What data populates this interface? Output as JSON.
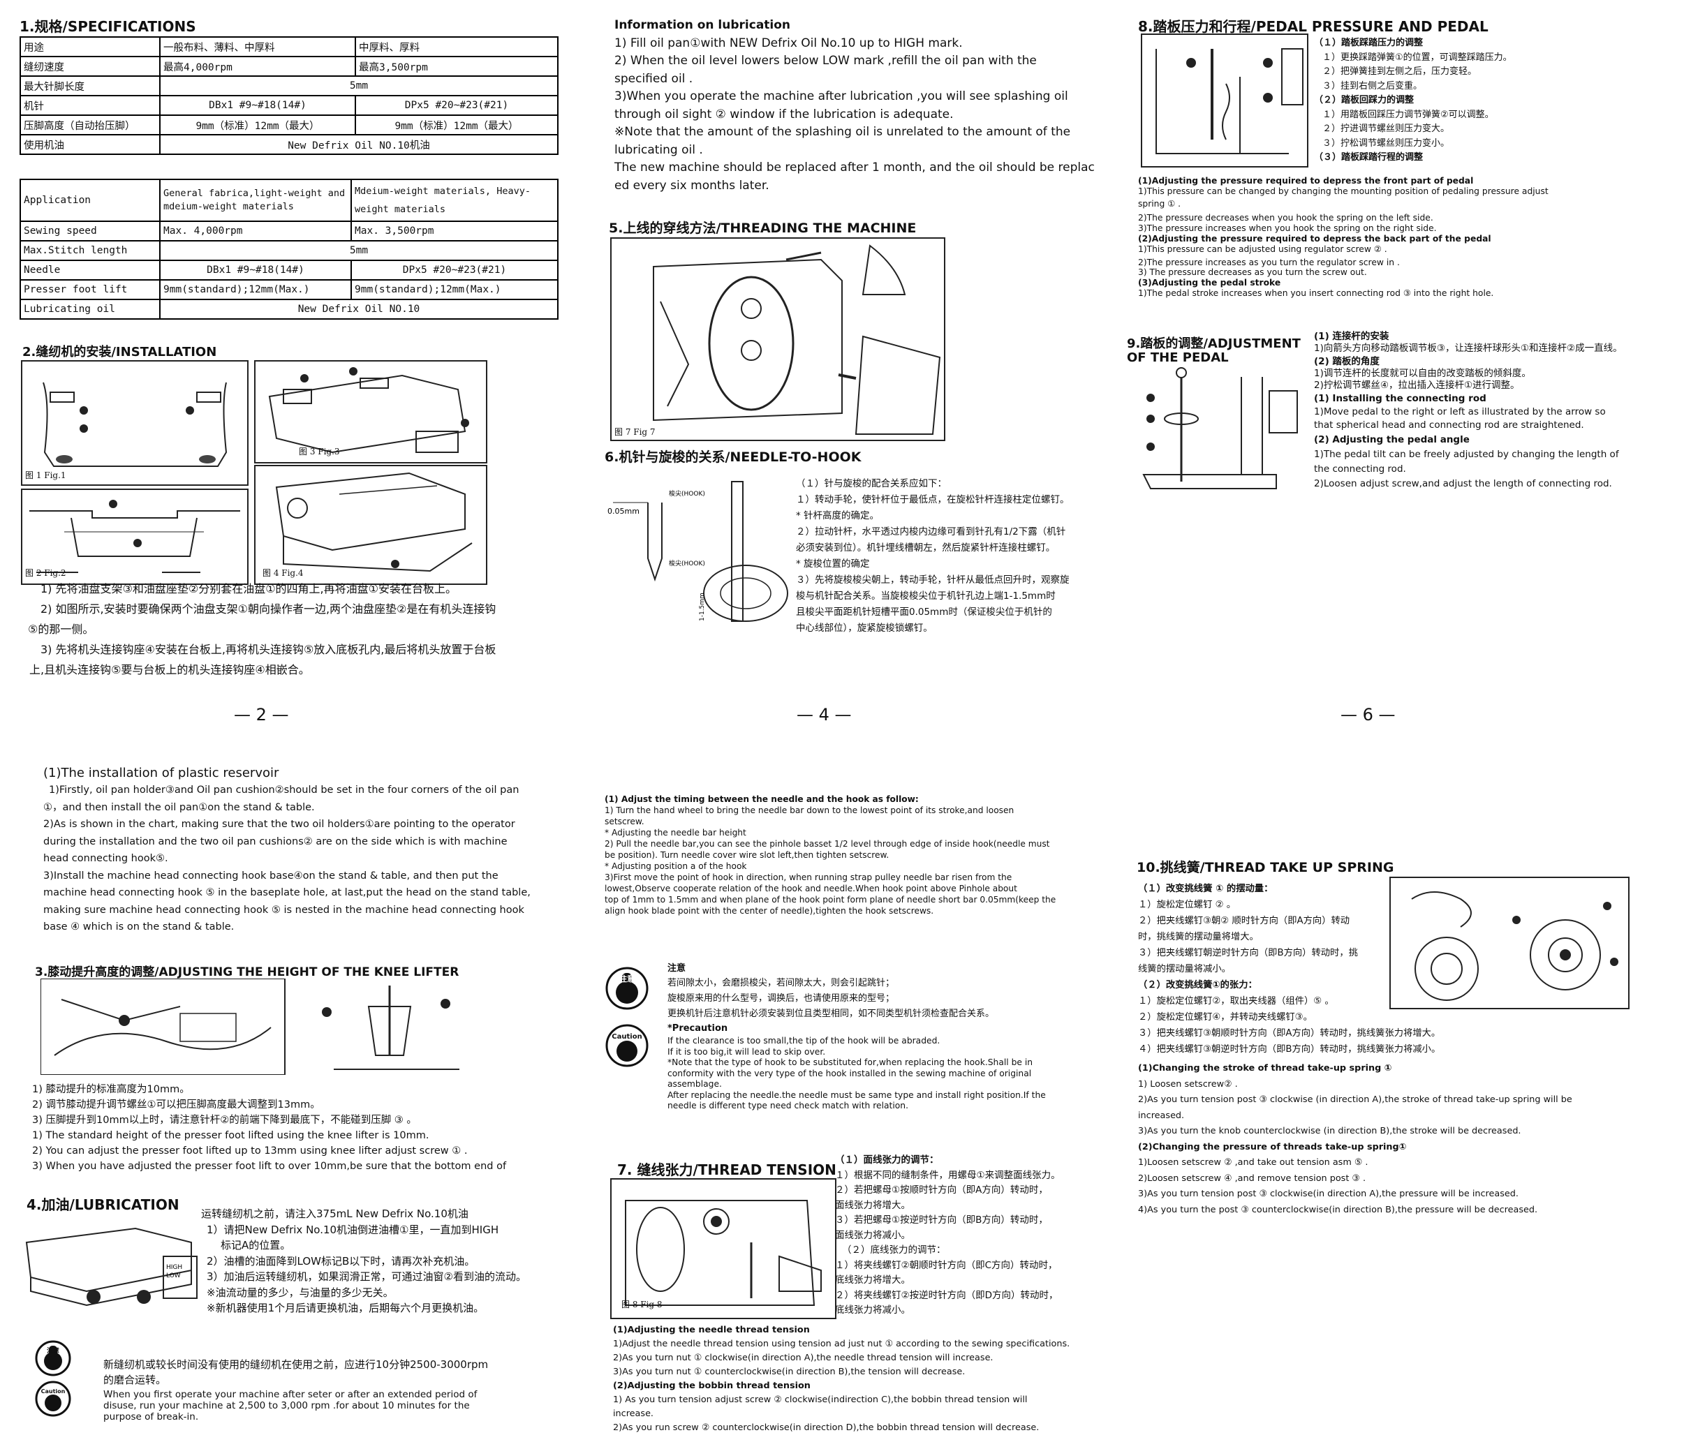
{
  "spec": {
    "title": "1.规格/SPECIFICATIONS",
    "cn_rows": [
      [
        "用途",
        "一般布料、薄料、中厚料",
        "中厚料、厚料"
      ],
      [
        "缝纫速度",
        "最高4,000rpm",
        "最高3,500rpm"
      ],
      [
        "最大针脚长度",
        "5mm"
      ],
      [
        "机针",
        "DBx1  #9~#18(14#)",
        "DPx5 #20~#23(#21)"
      ],
      [
        "压脚高度（自动抬压脚）",
        "9mm（标准）12mm（最大）",
        "9mm（标准）12mm（最大）"
      ],
      [
        "使用机油",
        "New Defrix Oil NO.10机油"
      ]
    ],
    "en_rows": [
      [
        "Application",
        "General fabrica,light-weight and mdeium-weight materials",
        "Mdeium-weight materials, Heavy-weight materials"
      ],
      [
        "Sewing speed",
        "Max. 4,000rpm",
        "Max. 3,500rpm"
      ],
      [
        "Max.Stitch length",
        "5mm"
      ],
      [
        "Needle",
        "DBx1  #9~#18(14#)",
        "DPx5 #20~#23(#21)"
      ],
      [
        "Presser foot lift",
        "9mm(standard);12mm(Max.)",
        "9mm(standard);12mm(Max.)"
      ],
      [
        "Lubricating oil",
        "New Defrix Oil NO.10"
      ]
    ]
  },
  "installation": {
    "title": "2.缝纫机的安装/INSTALLATION",
    "fig1": "图 1  Fig.1",
    "fig2": "图 2  Fig.2",
    "fig3": "图 3  Fig.3",
    "fig4": "图 4  Fig.4",
    "cn_lines": [
      "1) 先将油盘支架③和油盘座垫②分别套在油盘①的四角上,再将油盘①安装在台板上。",
      "2) 如图所示,安装时要确保两个油盘支架①朝向操作者一边,两个油盘座垫②是在有机头连接钩",
      "⑤的那一侧。",
      "3) 先将机头连接钩座④安装在台板上,再将机头连接钩⑤放入底板孔内,最后将机头放置于台板",
      "上,且机头连接钩⑤要与台板上的机头连接钩座④相嵌合。"
    ]
  },
  "page2": "— 2 —",
  "page4": "— 4 —",
  "page6": "— 6 —",
  "plastic": {
    "title": "(1)The installation of plastic reservoir",
    "lines": [
      "1)Firstly, oil pan holder③and Oil pan cushion②should be set in the four corners of the oil pan",
      "①，and then install the oil pan①on the stand & table.",
      "2)As is shown in the chart, making sure that the two oil holders①are pointing to the operator",
      "during the installation and the two oil pan cushions② are on the side which is with machine",
      "head connecting hook⑤.",
      "3)Install the machine head connecting hook base④on the stand & table, and then put the",
      "machine head connecting hook ⑤ in the baseplate hole, at last,put the head on the stand table,",
      "making sure machine head connecting hook ⑤ is nested in the machine head connecting hook",
      "base ④ which is on the stand & table."
    ]
  },
  "knee": {
    "title": "3.膝动提升高度的调整/ADJUSTING THE HEIGHT OF THE KNEE LIFTER",
    "lines": [
      "1) 膝动提升的标准高度为10mm。",
      "2) 调节膝动提升调节螺丝①可以把压脚高度最大调整到13mm。",
      "3) 压脚提升到10mm以上时，请注意针杆②的前端下降到最底下，不能碰到压脚 ③ 。",
      "1) The standard height of the presser foot lifted using the knee lifter is 10mm.",
      "2) You can adjust the presser foot lifted up to 13mm using knee lifter adjust screw ① .",
      "3) When you have adjusted the presser foot lift to over 10mm,be sure that the bottom end of"
    ]
  },
  "lubrication": {
    "title": "4.加油/LUBRICATION",
    "high": "HIGH",
    "low": "LOW",
    "lines": [
      "运转缝纫机之前，请注入375mL New Defrix No.10机油",
      "1）请把New Defrix No.10机油倒进油槽①里，一直加到HIGH",
      "标记A的位置。",
      "2）油槽的油面降到LOW标记B以下时，请再次补充机油。",
      "3）加油后运转缝纫机，如果润滑正常，可通过油窗②看到油的流动。",
      "※油流动量的多少，与油量的多少无关。",
      "※新机器使用1个月后请更换机油，后期每六个月更换机油。"
    ],
    "note_label": "注意",
    "caution_label": "Caution",
    "note_cn_lines": [
      "新缝纫机或较长时间没有使用的缝纫机在使用之前，应进行10分钟2500-3000rpm",
      "的磨合运转。"
    ],
    "note_en_lines": [
      "When you first operate your machine after seter or after an extended period of",
      "disuse, run your machine at 2,500 to 3,000 rpm .for about 10 minutes for the",
      "purpose of break-in."
    ]
  },
  "info": {
    "lines": [
      "Information on lubrication",
      "1) Fill oil pan①with NEW Defrix Oil No.10 up to HIGH mark.",
      "2) When the oil level lowers below LOW mark ,refill the oil pan with the",
      "specified oil .",
      "3)When you operate the machine after lubrication ,you will see splashing oil",
      "through oil sight ② window if the lubrication is adequate.",
      "※Note that the amount of the splashing oil is unrelated to the amount of the",
      "lubricating oil .",
      "The new machine should be replaced after 1 month, and the oil should be replac",
      "ed every six months later."
    ]
  },
  "threading": {
    "title": "5.上线的穿线方法/THREADING THE MACHINE",
    "fig": "图 7  Fig 7"
  },
  "needlehook": {
    "title": "6.机针与旋梭的关系/NEEDLE-TO-HOOK",
    "hook_label": "梭尖(HOOK)",
    "dim1": "0.05mm",
    "dim2": "1-1.5mm",
    "cn_lines": [
      "（１）针与旋梭的配合关系应如下：",
      "１）转动手轮，使针杆位于最低点，在旋松针杆连接柱定位螺钉。",
      "*  针杆高度的确定。",
      "２）拉动针杆，水平透过内梭内边缘可看到针孔有1/2下露（机针",
      "    必须安装到位）。机针埋线槽朝左，然后旋紧针杆连接柱螺钉。",
      "*  旋梭位置的确定",
      "３）先将旋梭梭尖朝上，转动手轮，针杆从最低点回升时，观察旋",
      "    梭与机针配合关系。当旋梭梭尖位于机针孔边上端1-1.5mm时",
      "    且梭尖平面距机针短槽平面0.05mm时（保证梭尖位于机针的",
      "    中心线部位），旋紧旋梭锁螺钉。"
    ],
    "en_lines": [
      "(1) Adjust the timing between the needle and the hook as follow:",
      "1) Turn the hand wheel to bring the needle bar down to the lowest point of its stroke,and loosen",
      "   setscrew.",
      "* Adjusting the needle bar height",
      "2) Pull the needle bar,you can see the pinhole basset 1/2 level through edge of inside hook(needle must",
      "be position). Turn needle cover wire slot left,then tighten setscrew.",
      "* Adjusting position a of the hook",
      "3)First move the point of hook in direction, when running strap pulley needle bar risen from the",
      "   lowest,Observe cooperate relation of the hook and needle.When hook point above Pinhole about",
      "   top of 1mm to 1.5mm and when plane of the hook point form plane of needle short bar 0.05mm(keep  the",
      "align hook blade point with the center of needle),tighten the hook setscrews."
    ],
    "note_title": "注意",
    "note_lines": [
      "若间隙太小，会磨损梭尖，若间隙太大，则会引起跳针；",
      "旋梭原来用的什么型号，调换后，也请使用原来的型号；",
      "更换机针后注意机针必须安装到位且类型相同，如不同类型机针须检查配合关系。"
    ],
    "prec_title": "*Precaution",
    "prec_lines": [
      "If the clearance is too small,the tip of the hook will be abraded.",
      "If it is too big,it will lead to skip over.",
      "*Note that the type of hook to be substituted for,when replacing the hook.Shall be in",
      "conformity with the very type of the hook installed in the sewing machine of original",
      "assemblage.",
      "After replacing the needle.the needle must be same type and install right position.If the",
      "needle is different type need check match with relation."
    ]
  },
  "tension": {
    "title": "7. 缝线张力/THREAD TENSION",
    "fig": "图 8  Fig 8",
    "cn_lines": [
      "（１）面线张力的调节：",
      "１）根据不同的缝制条件，用螺母①来调整面线张力。",
      "２）若把螺母①按顺时针方向（即A方向）转动时，",
      "面线张力将增大。",
      "３）若把螺母①按逆时针方向（即B方向）转动时，",
      "面线张力将减小。",
      "（２）底线张力的调节：",
      "１）将夹线螺钉②朝顺时针方向（即C方向）转动时，",
      "底线张力将增大。",
      "２）将夹线螺钉②按逆时针方向（即D方向）转动时，",
      "底线张力将减小。"
    ],
    "en_lines": [
      "(1)Adjusting the needle thread tension",
      "1)Adjust the needle thread tension using tension ad just nut  ① according to the sewing specifications.",
      "2)As you turn nut  ① clockwise(in direction A),the needle thread tension will increase.",
      "3)As you turn nut  ① counterclockwise(in  direction B),the tension will decrease.",
      "(2)Adjusting the bobbin thread tension",
      "1) As you turn tension adjust screw  ②  clockwise(indirection C),the bobbin thread tension will",
      "   increase.",
      "2)As you run screw  ②  counterclockwise(in direction D),the bobbin thread tension will decrease."
    ]
  },
  "pedal": {
    "title": "8.踏板压力和行程/PEDAL PRESSURE AND PEDAL",
    "cn_lines": [
      "（１）踏板踩踏压力的调整",
      "１）更换踩踏弹簧①的位置，可调整踩踏压力。",
      "２）把弹簧挂到左侧之后，压力变轻。",
      "３）挂到右侧之后变重。",
      "（２）踏板回踩力的调整",
      "１）用踏板回踩压力调节弹簧②可以调整。",
      "２）拧进调节螺丝则压力变大。",
      "３）拧松调节螺丝则压力变小。",
      "（３）踏板踩踏行程的调整"
    ],
    "en_lines": [
      "(1)Adjusting the pressure required to depress the front part of pedal",
      "  1)This pressure can be changed by changing the mounting position of pedaling pressure adjust",
      "spring  ① .",
      "  2)The pressure decreases when you hook the spring on the left side.",
      "  3)The pressure increases when you hook the spring on the right side.",
      "(2)Adjusting the pressure required to depress the back part of the pedal",
      "  1)This pressure can be adjusted using regulator screw ② .",
      "  2)The pressure increases as you turn the regulator screw in .",
      "  3) The pressure decreases as you turn the screw out.",
      "(3)Adjusting  the pedal stroke",
      "  1)The pedal stroke increases when you insert connecting rod  ③  into the right hole."
    ]
  },
  "pedaladj": {
    "title1": "9.踏板的调整/ADJUSTMENT",
    "title2": "OF THE PEDAL",
    "lines": [
      "(1) 连接杆的安装",
      "1)向箭头方向移动踏板调节板③，让连接杆球形头①和连接杆②成一直线。",
      "(2) 踏板的角度",
      "1)调节连杆的长度就可以自由的改变踏板的倾斜度。",
      "2)拧松调节螺丝④，拉出插入连接杆①进行调整。",
      "(1) Installing the connecting rod",
      "1)Move pedal to the right or left as illustrated by the arrow so",
      "that spherical head and connecting rod are straightened.",
      "(2) Adjusting the pedal angle",
      "1)The pedal tilt can be freely adjusted by changing the length of",
      "the connecting rod.",
      "2)Loosen adjust screw,and adjust the length of connecting rod."
    ]
  },
  "takeup": {
    "title": "10.挑线簧/THREAD TAKE UP SPRING",
    "cn_lines": [
      "（１）改变挑线簧 ① 的摆动量：",
      "１）旋松定位螺钉 ② 。",
      "２）把夹线螺钉③朝② 顺时针方向（即A方向）转动",
      "    时，挑线簧的摆动量将增大。",
      "３）把夹线螺钉朝逆时针方向（即B方向）转动时，挑",
      "    线簧的摆动量将减小。",
      "（２）改变挑线簧①的张力：",
      "１）旋松定位螺钉②，取出夹线器（组件）⑤ 。",
      "２）旋松定位螺钉④，并转动夹线螺钉③。",
      "３）把夹线螺钉③朝顺时针方向（即A方向）转动时，挑线簧张力将增大。",
      "４）把夹线螺钉③朝逆时针方向（即B方向）转动时，挑线簧张力将减小。"
    ],
    "en_lines": [
      "(1)Changing the stroke of thread take-up spring ①",
      "1) Loosen setscrew② .",
      "2)As you turn tension post  ③  clockwise (in direction A),the stroke of thread take-up spring will be",
      "increased.",
      "3)As you turn the knob counterclockwise (in direction B),the stroke will be decreased.",
      "(2)Changing the pressure of threads take-up spring①",
      "1)Loosen setscrew  ②  ,and take out tension asm ⑤ .",
      "2)Loosen setscrew  ④  ,and remove tension post  ③ .",
      "3)As you turn tension post  ③  clockwise(in direction A),the pressure will be increased.",
      "4)As you turn the post ③ counterclockwise(in direction B),the pressure will be decreased."
    ]
  }
}
